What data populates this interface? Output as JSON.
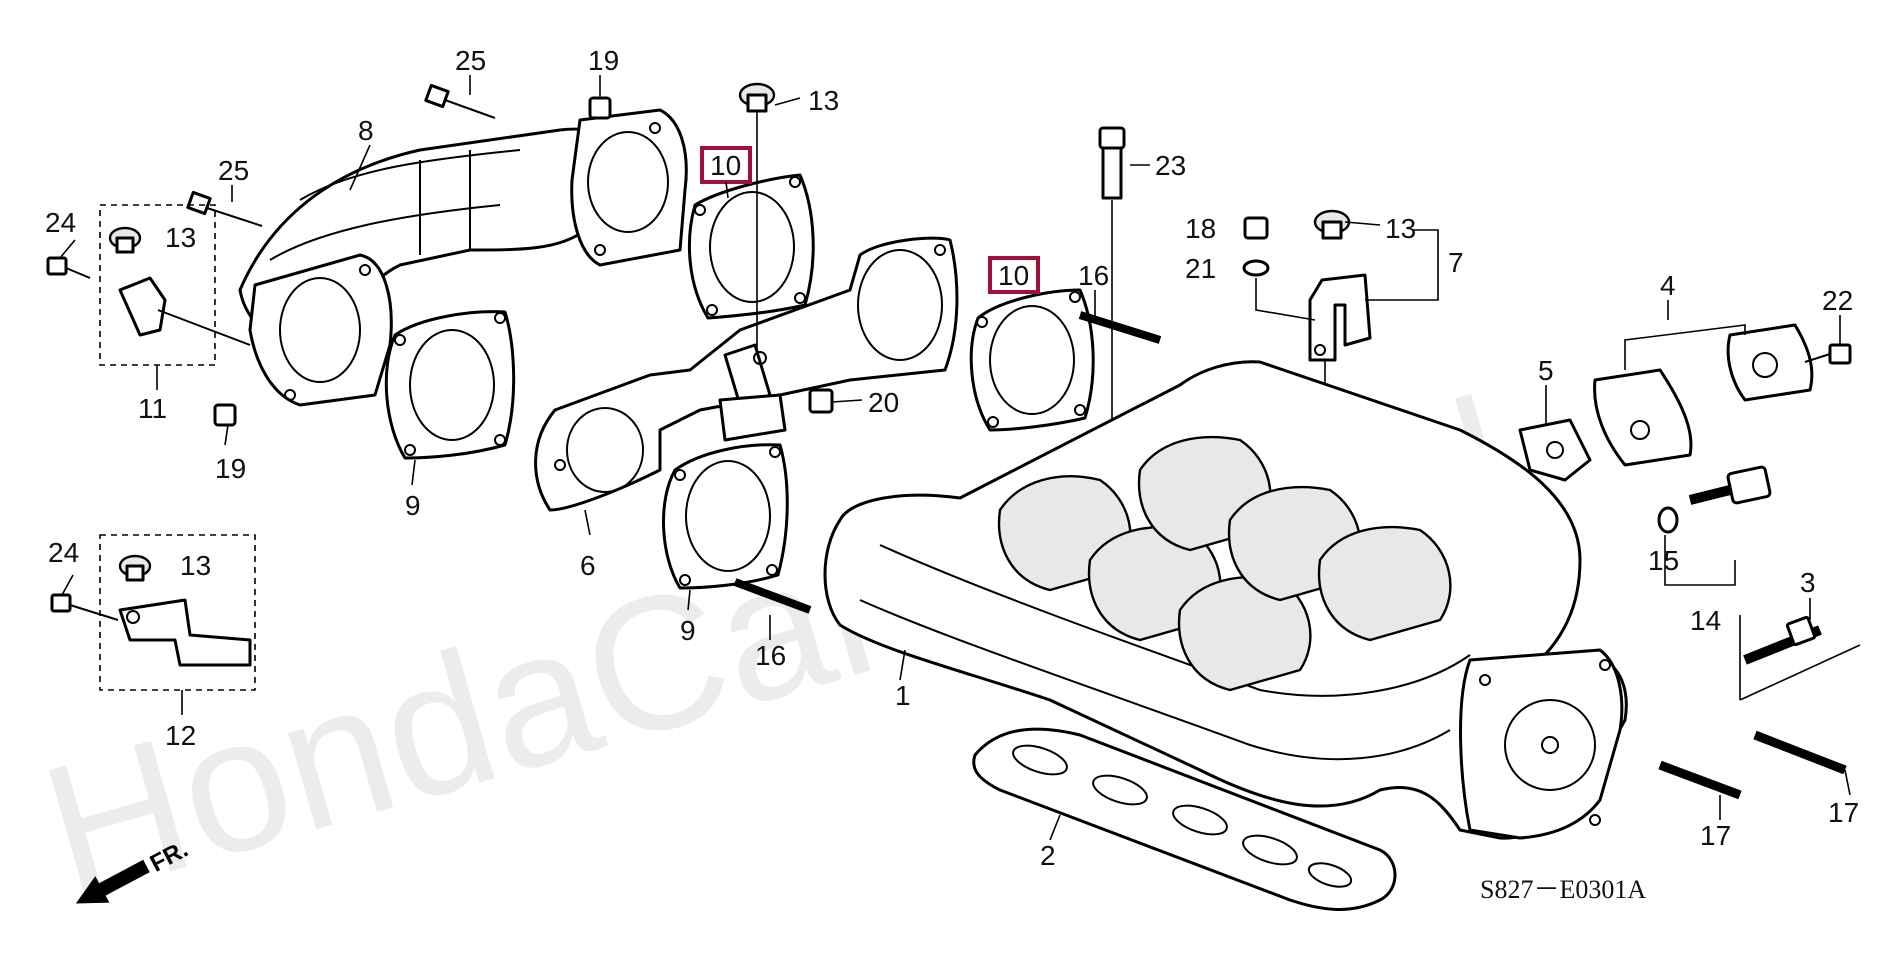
{
  "diagram": {
    "watermark": "HondaCarMine.ru",
    "diagram_code": "S827－E0301A",
    "front_marker": "FR.",
    "highlight_color": "#a0103a",
    "callouts": [
      {
        "id": "c25a",
        "label": "25"
      },
      {
        "id": "c25b",
        "label": "25"
      },
      {
        "id": "c19a",
        "label": "19"
      },
      {
        "id": "c19b",
        "label": "19"
      },
      {
        "id": "c8",
        "label": "8"
      },
      {
        "id": "c24a",
        "label": "24"
      },
      {
        "id": "c24b",
        "label": "24"
      },
      {
        "id": "c13a",
        "label": "13"
      },
      {
        "id": "c13b",
        "label": "13"
      },
      {
        "id": "c13c",
        "label": "13"
      },
      {
        "id": "c13d",
        "label": "13"
      },
      {
        "id": "c11",
        "label": "11"
      },
      {
        "id": "c12",
        "label": "12"
      },
      {
        "id": "c9a",
        "label": "9"
      },
      {
        "id": "c9b",
        "label": "9"
      },
      {
        "id": "c6",
        "label": "6"
      },
      {
        "id": "c16a",
        "label": "16"
      },
      {
        "id": "c16b",
        "label": "16"
      },
      {
        "id": "c20",
        "label": "20"
      },
      {
        "id": "c23",
        "label": "23"
      },
      {
        "id": "c18",
        "label": "18"
      },
      {
        "id": "c21",
        "label": "21"
      },
      {
        "id": "c7",
        "label": "7"
      },
      {
        "id": "c4",
        "label": "4"
      },
      {
        "id": "c22",
        "label": "22"
      },
      {
        "id": "c5",
        "label": "5"
      },
      {
        "id": "c15",
        "label": "15"
      },
      {
        "id": "c14",
        "label": "14"
      },
      {
        "id": "c3",
        "label": "3"
      },
      {
        "id": "c1",
        "label": "1"
      },
      {
        "id": "c2",
        "label": "2"
      },
      {
        "id": "c17a",
        "label": "17"
      },
      {
        "id": "c17b",
        "label": "17"
      }
    ],
    "highlighted_callouts": [
      {
        "id": "h10a",
        "label": "10"
      },
      {
        "id": "h10b",
        "label": "10"
      }
    ]
  }
}
